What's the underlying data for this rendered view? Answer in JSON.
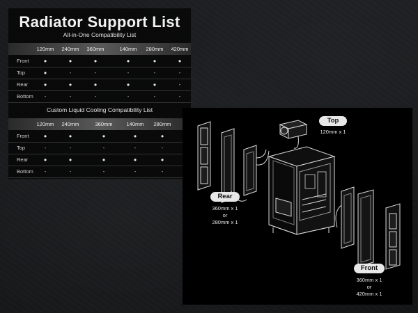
{
  "title": "Radiator Support List",
  "aio": {
    "subtitle": "All-in-One Compatibility List",
    "headers": [
      "120mm",
      "240mm",
      "360mm",
      "140mm",
      "280mm",
      "420mm"
    ],
    "rows": [
      {
        "label": "Front",
        "cells": [
          "●",
          "●",
          "●",
          "●",
          "●",
          "●"
        ]
      },
      {
        "label": "Top",
        "cells": [
          "●",
          "-",
          "-",
          "-",
          "-",
          "-"
        ]
      },
      {
        "label": "Rear",
        "cells": [
          "●",
          "●",
          "●",
          "●",
          "●",
          "-"
        ]
      },
      {
        "label": "Bottom",
        "cells": [
          "-",
          "-",
          "-",
          "-",
          "-",
          "-"
        ]
      }
    ]
  },
  "custom": {
    "subtitle": "Custom Liquid Cooling Compatibility List",
    "headers": [
      "120mm",
      "240mm",
      "360mm",
      "140mm",
      "280mm"
    ],
    "rows": [
      {
        "label": "Front",
        "cells": [
          "●",
          "●",
          "●",
          "●",
          "●"
        ]
      },
      {
        "label": "Top",
        "cells": [
          "-",
          "-",
          "-",
          "-",
          "-"
        ]
      },
      {
        "label": "Rear",
        "cells": [
          "●",
          "●",
          "●",
          "●",
          "●"
        ]
      },
      {
        "label": "Bottom",
        "cells": [
          "-",
          "-",
          "-",
          "-",
          "-"
        ]
      }
    ]
  },
  "diagram": {
    "top": {
      "label": "Top",
      "spec": [
        "120mm x 1"
      ]
    },
    "rear": {
      "label": "Rear",
      "spec": [
        "360mm x 1",
        "or",
        "280mm x 1"
      ]
    },
    "front": {
      "label": "Front",
      "spec": [
        "360mm x 1",
        "or",
        "420mm x 1"
      ]
    }
  }
}
